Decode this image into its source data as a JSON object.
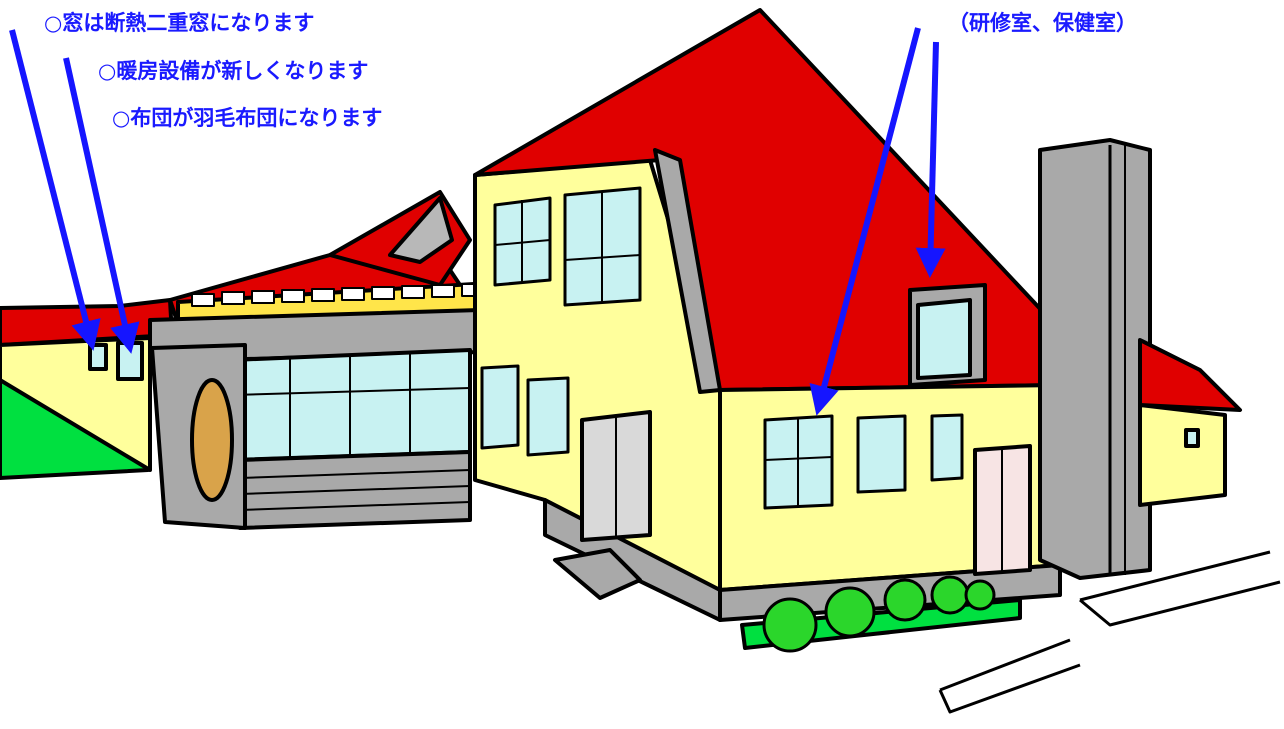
{
  "annotations": {
    "window_note": "○窓は断熱二重窓になります",
    "heating_note": "○暖房設備が新しくなります",
    "futon_note": "○布団が羽毛布団になります",
    "rooms_note": "（研修室、保健室）"
  },
  "colors": {
    "roof": "#e00000",
    "wall": "#ffff9c",
    "glass": "#c8f2f2",
    "lawn": "#00e040",
    "stone": "#a9a9a9",
    "bush": "#2bd62b",
    "door_pink": "#f7e4e4",
    "plaque": "#d9a34a",
    "annotation_text": "#1a1aff",
    "arrow": "#1515ff"
  },
  "illustration": "school-building-cartoon"
}
